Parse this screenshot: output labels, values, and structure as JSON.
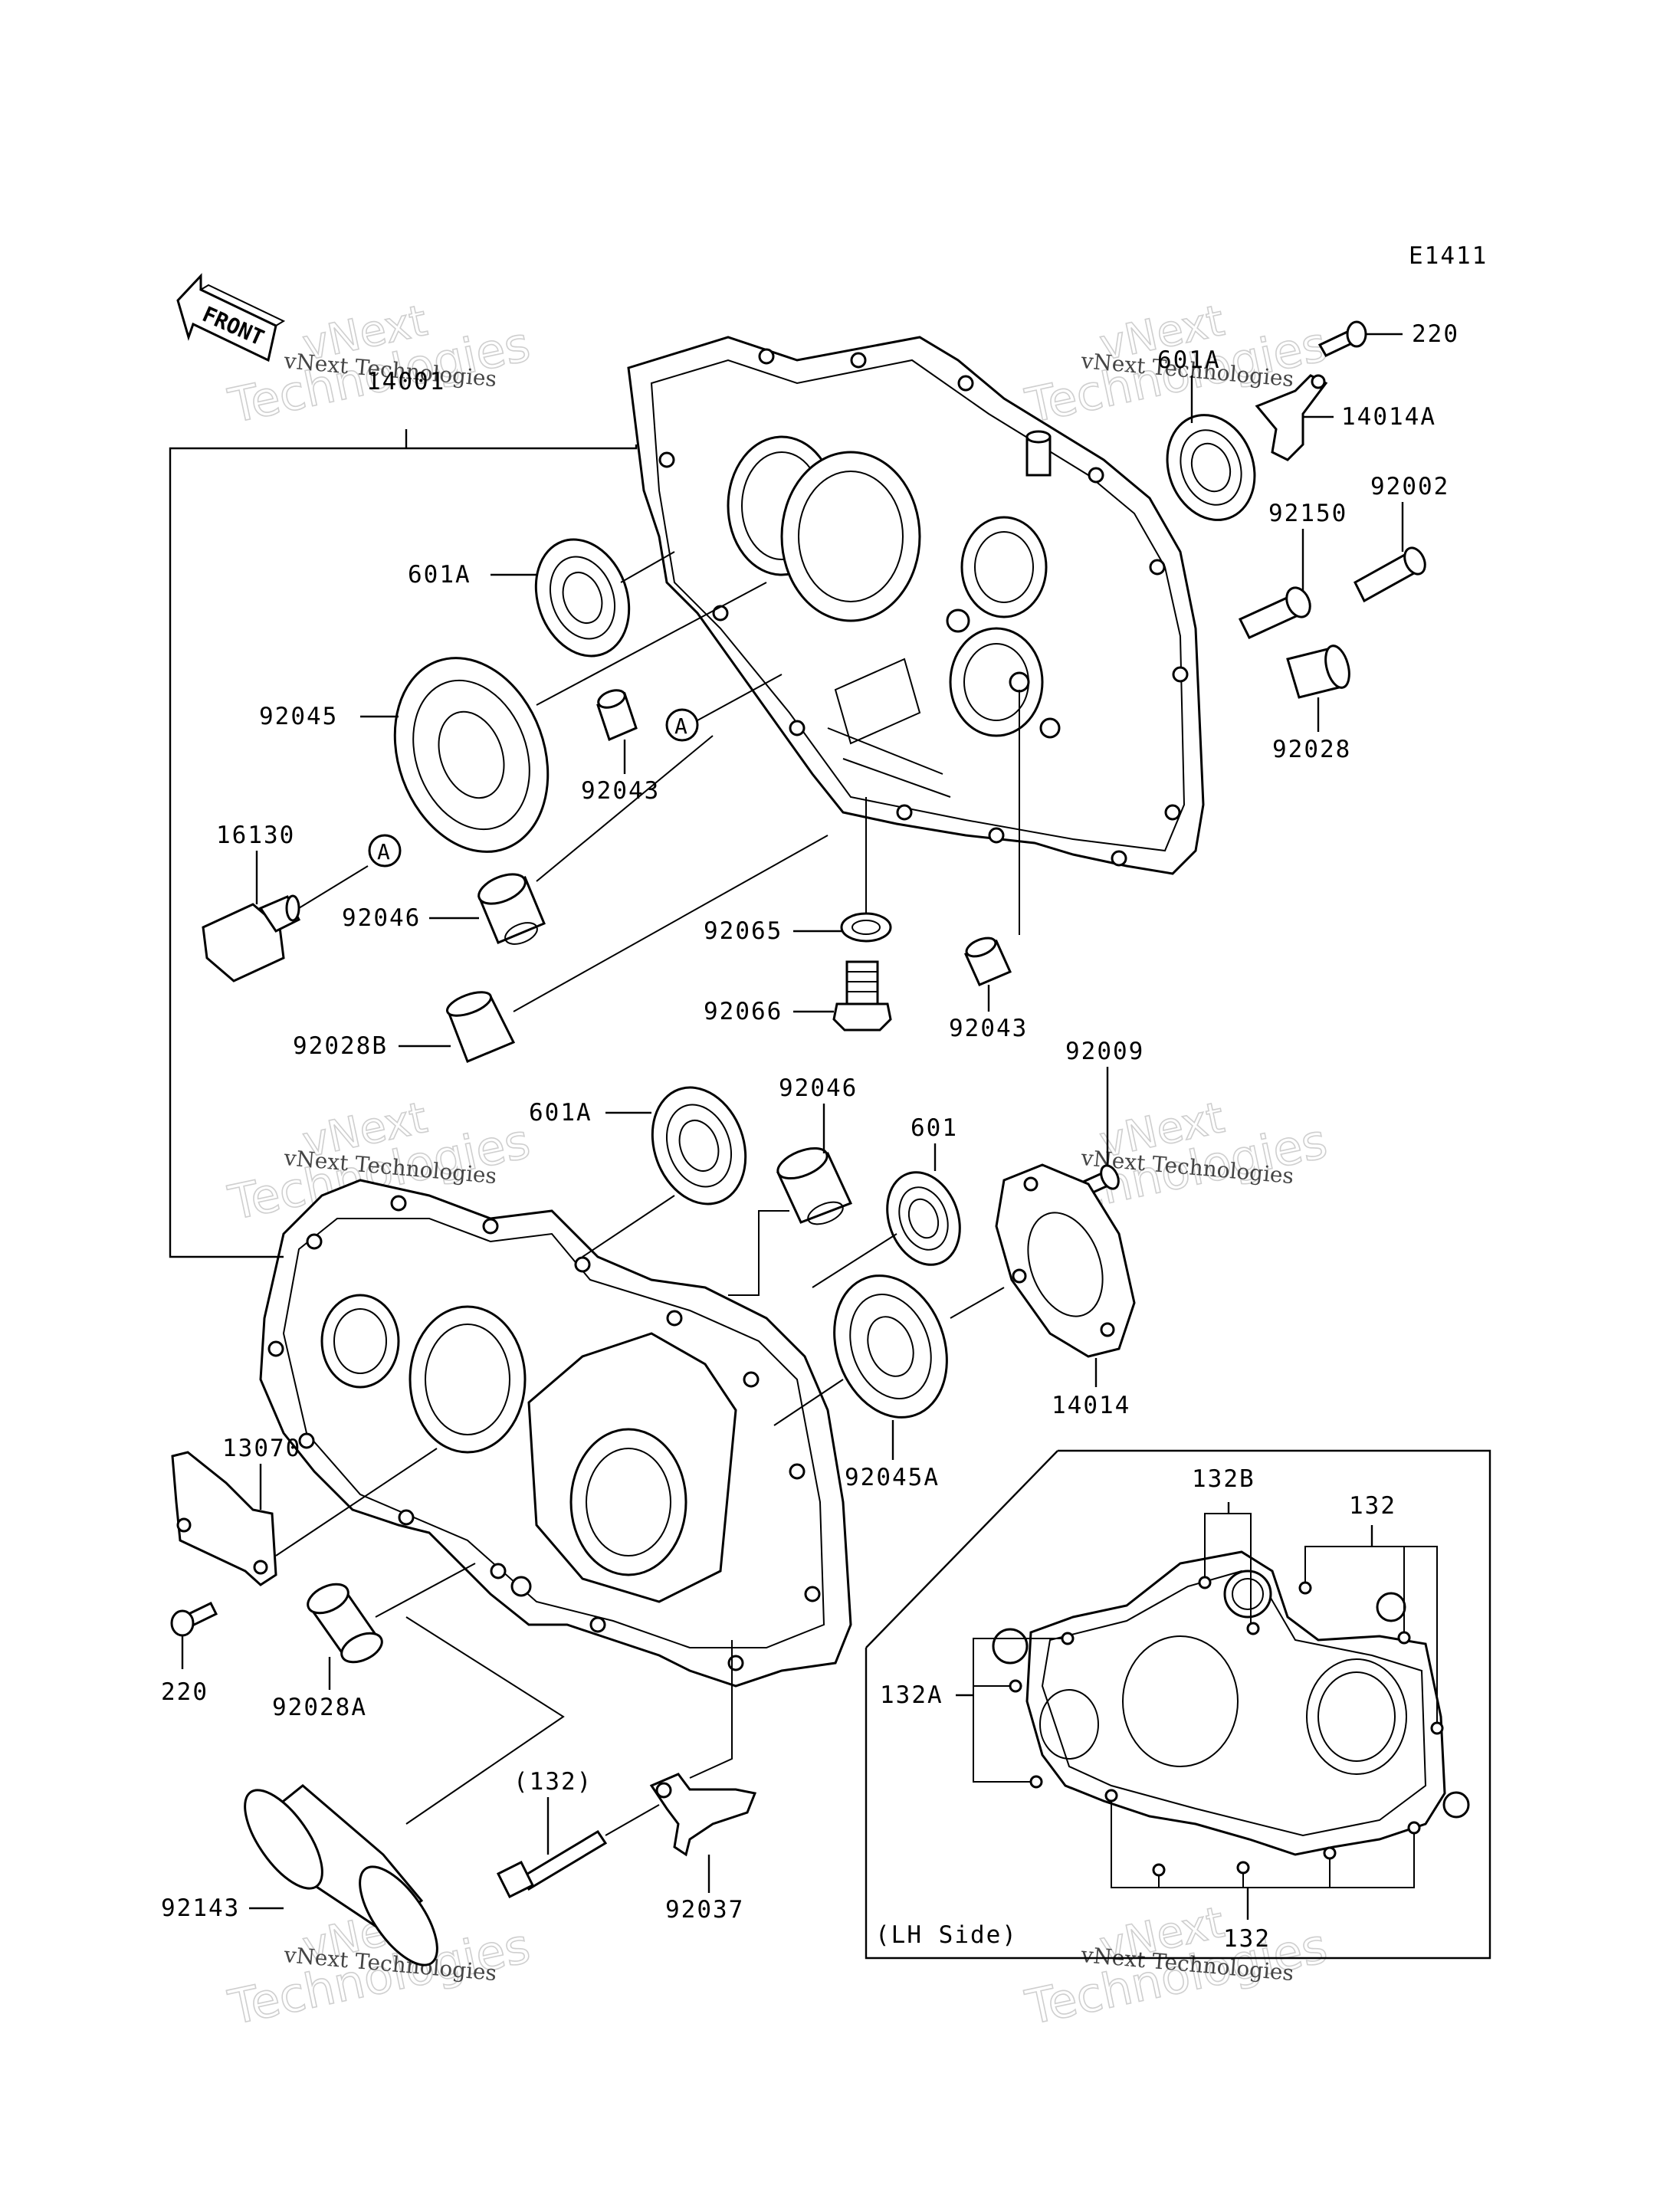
{
  "diagram_code": "E1411",
  "front_arrow_label": "FRONT",
  "inset_caption": "(LH Side)",
  "watermark": {
    "line1": "vNext",
    "line2": "Technologies",
    "small": "vNext Technologies"
  },
  "part_labels": {
    "p14001": "14001",
    "p220_top": "220",
    "p601A_top": "601A",
    "p14014A": "14014A",
    "p92150": "92150",
    "p92002": "92002",
    "p601A_left": "601A",
    "p92045": "92045",
    "p92043_upper": "92043",
    "p92028": "92028",
    "p16130": "16130",
    "p92046_upper": "92046",
    "p92065": "92065",
    "p92066": "92066",
    "p92043_lower": "92043",
    "p92028B": "92028B",
    "p601A_mid": "601A",
    "p92046_mid": "92046",
    "p601": "601",
    "p92009": "92009",
    "p14014": "14014",
    "p92045A": "92045A",
    "p13070": "13070",
    "p220_bottom": "220",
    "p92028A": "92028A",
    "p132_paren": "(132)",
    "p92143": "92143",
    "p92037": "92037",
    "p132B": "132B",
    "p132_top": "132",
    "p132A": "132A",
    "p132_bottom": "132"
  },
  "callout_symbol": "A"
}
